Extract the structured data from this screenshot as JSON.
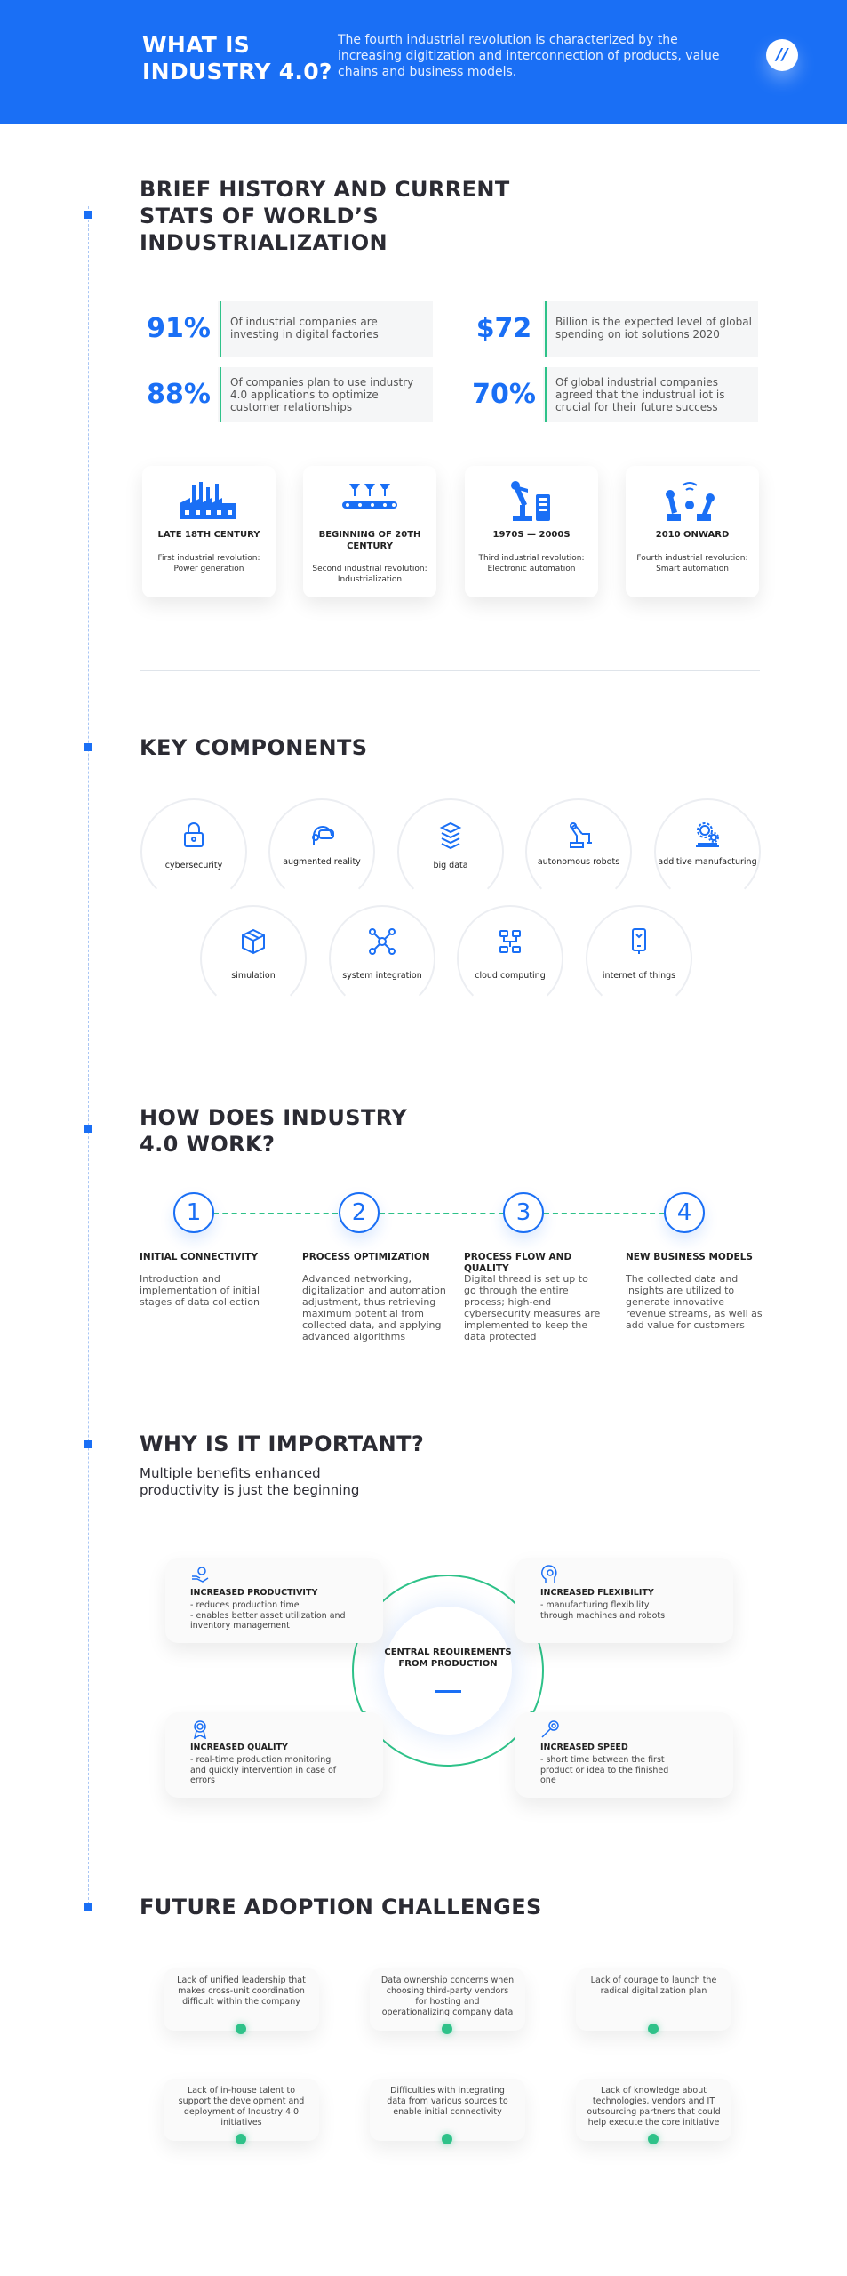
{
  "header": {
    "title": "WHAT IS INDUSTRY 4.0?",
    "description": "The fourth industrial revolution is characterized by the increasing digitization and interconnection of products, value chains and business models.",
    "logo": "//",
    "bg_color": "#1a6ff5"
  },
  "history": {
    "title": "BRIEF HISTORY AND CURRENT STATS OF WORLD’S INDUSTRIALIZATION",
    "stats": [
      {
        "value": "91%",
        "text": "Of industrial companies are investing in digital factories"
      },
      {
        "value": "$72",
        "text": "Billion is the expected level of global spending on iot solutions 2020"
      },
      {
        "value": "88%",
        "text": "Of companies plan to use industry 4.0 applications to optimize customer relationships"
      },
      {
        "value": "70%",
        "text": "Of global industrial companies agreed that the industrual iot is crucial for their future success"
      }
    ],
    "eras": [
      {
        "era": "LATE 18TH CENTURY",
        "desc": "First industrial revolution: Power generation",
        "icon": "factory-icon"
      },
      {
        "era": "BEGINNING OF 20TH CENTURY",
        "desc": "Second industrial revolution: Industrialization",
        "icon": "assembly-line-icon"
      },
      {
        "era": "1970S — 2000S",
        "desc": "Third industrial revolution: Electronic automation",
        "icon": "robot-arm-computer-icon"
      },
      {
        "era": "2010 ONWARD",
        "desc": "Fourth industrial revolution: Smart automation",
        "icon": "smart-robots-icon"
      }
    ]
  },
  "components": {
    "title": "KEY COMPONENTS",
    "items": [
      {
        "label": "cybersecurity",
        "icon": "lock-icon"
      },
      {
        "label": "augmented reality",
        "icon": "vr-headset-icon"
      },
      {
        "label": "big data",
        "icon": "database-icon"
      },
      {
        "label": "autonomous robots",
        "icon": "robot-arm-icon"
      },
      {
        "label": "additive manufacturing",
        "icon": "gears-icon"
      },
      {
        "label": "simulation",
        "icon": "cube-icon"
      },
      {
        "label": "system integration",
        "icon": "network-icon"
      },
      {
        "label": "cloud computing",
        "icon": "cloud-icon"
      },
      {
        "label": "internet of things",
        "icon": "smartphone-icon"
      }
    ]
  },
  "how": {
    "title": "HOW DOES INDUSTRY 4.0 WORK?",
    "steps": [
      {
        "num": "1",
        "title": "INITIAL CONNECTIVITY",
        "desc": "Introduction and implementation of initial stages of data collection"
      },
      {
        "num": "2",
        "title": "PROCESS OPTIMIZATION",
        "desc": "Advanced networking, digitalization and automation adjustment, thus retrieving maximum potential from collected data, and applying advanced algorithms"
      },
      {
        "num": "3",
        "title": "PROCESS FLOW AND QUALITY",
        "desc": "Digital thread is set up to go through the entire process; high-end cybersecurity measures are implemented to keep the data protected"
      },
      {
        "num": "4",
        "title": "NEW BUSINESS MODELS",
        "desc": "The collected data and insights are utilized to generate innovative revenue streams, as well as add value for customers"
      }
    ]
  },
  "importance": {
    "title": "WHY IS IT IMPORTANT?",
    "subtitle": "Multiple benefits   enhanced productivity is just the beginning",
    "center": "CENTRAL REQUIREMENTS FROM PRODUCTION",
    "benefits": [
      {
        "title": "INCREASED PRODUCTIVITY",
        "desc": "- reduces production time\n- enables better asset utilization and inventory management",
        "icon": "hand-gear-icon"
      },
      {
        "title": "INCREASED FLEXIBILITY",
        "desc": "- manufacturing flexibility through machines and robots",
        "icon": "head-gear-icon"
      },
      {
        "title": "INCREASED QUALITY",
        "desc": "- real-time production monitoring and quickly intervention in case of errors",
        "icon": "award-icon"
      },
      {
        "title": "INCREASED SPEED",
        "desc": "- short time between the first product or idea to the finished one",
        "icon": "wrench-gear-icon"
      }
    ]
  },
  "challenges": {
    "title": "FUTURE ADOPTION CHALLENGES",
    "items": [
      "Lack of unified leadership that makes cross-unit coordination difficult within the company",
      "Data ownership concerns when choosing third-party vendors for hosting and operationalizing company data",
      "Lack of courage to launch the radical digitalization plan",
      "Lack of in-house talent to support the development and deployment of Industry 4.0 initiatives",
      "Difficulties with integrating data from various sources to enable initial connectivity",
      "Lack of knowledge about technologies, vendors and IT outsourcing partners that could help execute the core initiative"
    ]
  },
  "colors": {
    "accent": "#1a6ff5",
    "green": "#2ec289"
  }
}
